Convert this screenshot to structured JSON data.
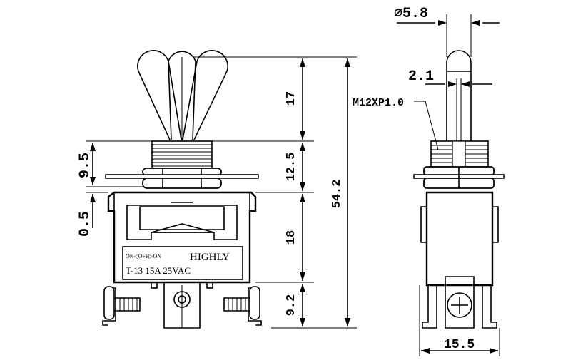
{
  "dimensions": {
    "toggle_height": "17",
    "bushing_height": "12.5",
    "total_height": "54.2",
    "body_height": "18",
    "terminal_height": "9.2",
    "thread_length": "9.5",
    "panel_offset": "0.5",
    "lever_diameter": "⌀5.8",
    "lever_tip": "2.1",
    "thread_spec": "M12XP1.0",
    "body_width": "15.5"
  },
  "label_plate": {
    "positions": "ON◁OFF▷ON",
    "brand": "HIGHLY",
    "rating": "T-13 15A 25VAC"
  },
  "colors": {
    "ink": "#000000",
    "paper": "#ffffff"
  }
}
